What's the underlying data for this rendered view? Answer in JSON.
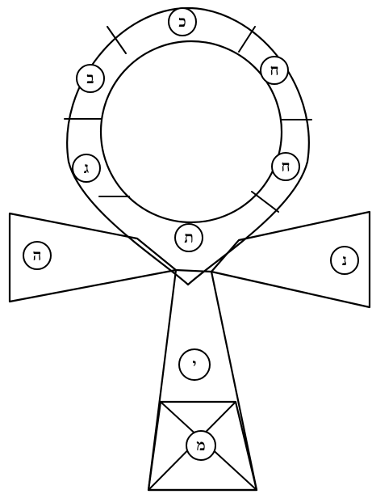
{
  "letters": {
    "ring_top": "כ",
    "ring_upper_left": "ב",
    "ring_upper_right": "ח",
    "ring_lower_left": "ג",
    "ring_lower_right": "ח",
    "ring_bottom": "ת",
    "left_arm": "ה",
    "right_arm": "נ",
    "stem_middle": "י",
    "stem_base": "מ"
  }
}
